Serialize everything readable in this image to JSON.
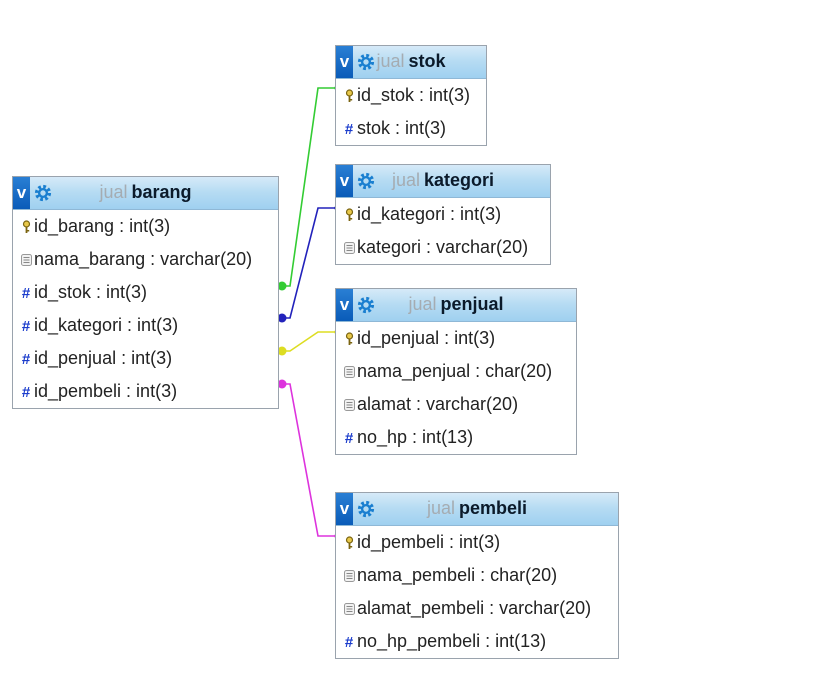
{
  "tables": {
    "stok": {
      "db": "jual",
      "name": "stok",
      "columns": [
        {
          "text": "id_stok : int(3)",
          "icon": "key-icon"
        },
        {
          "text": "stok : int(3)",
          "icon": "hash-icon"
        }
      ]
    },
    "kategori": {
      "db": "jual",
      "name": "kategori",
      "columns": [
        {
          "text": "id_kategori : int(3)",
          "icon": "key-icon"
        },
        {
          "text": "kategori : varchar(20)",
          "icon": "text-icon"
        }
      ]
    },
    "barang": {
      "db": "jual",
      "name": "barang",
      "columns": [
        {
          "text": "id_barang : int(3)",
          "icon": "key-icon"
        },
        {
          "text": "nama_barang : varchar(20)",
          "icon": "text-icon"
        },
        {
          "text": "id_stok : int(3)",
          "icon": "hash-icon"
        },
        {
          "text": "id_kategori : int(3)",
          "icon": "hash-icon"
        },
        {
          "text": "id_penjual : int(3)",
          "icon": "hash-icon"
        },
        {
          "text": "id_pembeli : int(3)",
          "icon": "hash-icon"
        }
      ]
    },
    "penjual": {
      "db": "jual",
      "name": "penjual",
      "columns": [
        {
          "text": "id_penjual : int(3)",
          "icon": "key-icon"
        },
        {
          "text": "nama_penjual : char(20)",
          "icon": "text-icon"
        },
        {
          "text": "alamat : varchar(20)",
          "icon": "text-icon"
        },
        {
          "text": "no_hp : int(13)",
          "icon": "hash-icon"
        }
      ]
    },
    "pembeli": {
      "db": "jual",
      "name": "pembeli",
      "columns": [
        {
          "text": "id_pembeli : int(3)",
          "icon": "key-icon"
        },
        {
          "text": "nama_pembeli : char(20)",
          "icon": "text-icon"
        },
        {
          "text": "alamat_pembeli : varchar(20)",
          "icon": "text-icon"
        },
        {
          "text": "no_hp_pembeli : int(13)",
          "icon": "hash-icon"
        }
      ]
    }
  },
  "toggle_label": "v",
  "relations": [
    {
      "from": "barang.id_stok",
      "to": "stok.id_stok",
      "color": "#33cc33"
    },
    {
      "from": "barang.id_kategori",
      "to": "kategori.id_kategori",
      "color": "#2222bb"
    },
    {
      "from": "barang.id_penjual",
      "to": "penjual.id_penjual",
      "color": "#dddd22"
    },
    {
      "from": "barang.id_pembeli",
      "to": "pembeli.id_pembeli",
      "color": "#dd33dd"
    }
  ]
}
